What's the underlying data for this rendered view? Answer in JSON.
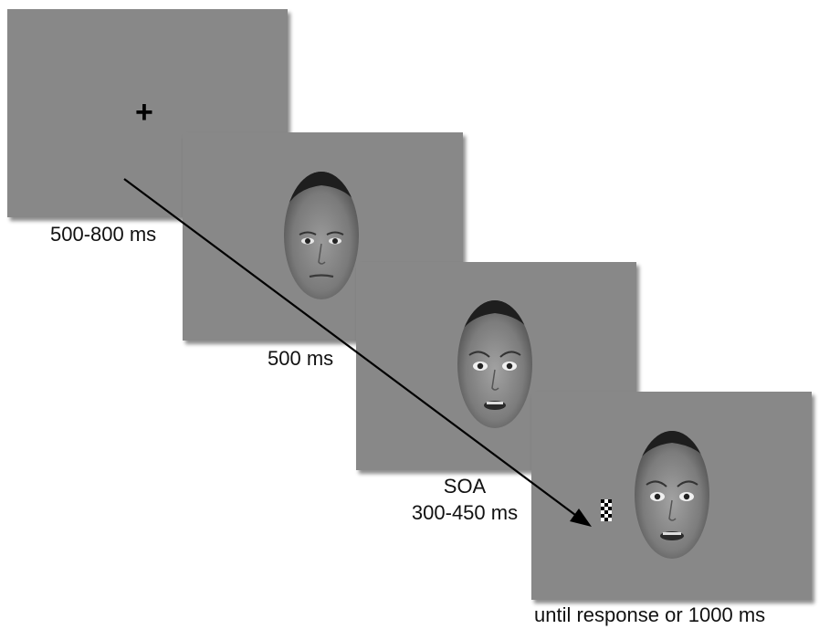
{
  "frames": [
    {
      "name": "fixation-frame",
      "content": "fixation",
      "symbol": "+",
      "duration_label": "500-800 ms"
    },
    {
      "name": "neutral-face-frame",
      "content": "face",
      "expression": "neutral",
      "duration_label": "500 ms"
    },
    {
      "name": "fearful-face-frame",
      "content": "face",
      "expression": "fearful",
      "duration_lines": [
        "SOA",
        "300-450 ms"
      ]
    },
    {
      "name": "target-frame",
      "content": "face+checkerboard",
      "expression": "fearful",
      "duration_label": "until response or 1000 ms"
    }
  ],
  "colors": {
    "screen": "#888888",
    "arrow": "#000000",
    "text": "#111111"
  },
  "icons": [
    "fixation-cross-icon",
    "checkerboard-target-icon",
    "time-arrow-icon",
    "face-photo-icon"
  ]
}
